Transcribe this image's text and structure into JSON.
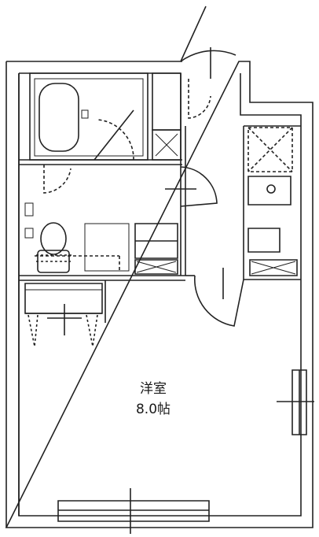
{
  "plan": {
    "rooms": [
      {
        "id": "western-room",
        "name": "洋室",
        "area": "8.0帖"
      }
    ]
  }
}
